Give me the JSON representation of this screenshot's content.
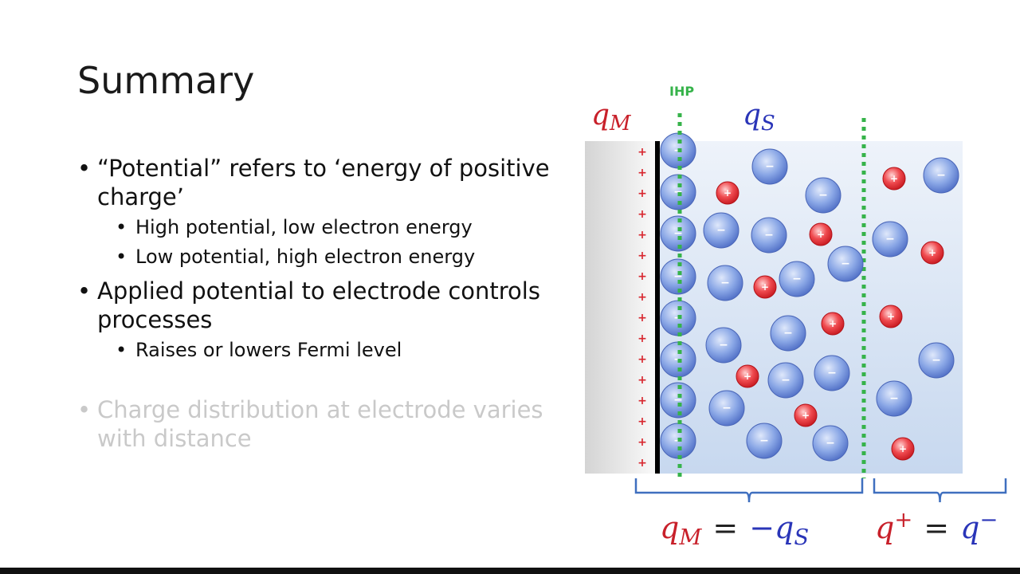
{
  "slide": {
    "title": "Summary",
    "bullets": [
      {
        "text": "“Potential” refers to ‘energy of positive charge’",
        "sub": [
          "High potential, low electron energy",
          "Low potential, high electron energy"
        ]
      },
      {
        "text": "Applied potential to electrode controls processes",
        "sub": [
          "Raises or lowers Fermi level"
        ]
      },
      {
        "text": "Charge distribution at electrode varies with distance",
        "sub": [],
        "faded": true
      }
    ]
  },
  "diagram": {
    "ihp_label": "IHP",
    "label_qM": "q",
    "label_qM_sub": "M",
    "label_qS": "q",
    "label_qS_sub": "S",
    "eq_left": {
      "a": "q",
      "a_sub": "M",
      "op": "=",
      "b": "−q",
      "b_sub": "S"
    },
    "eq_right": {
      "a": "q",
      "a_sup": "+",
      "op": "=",
      "b": "q",
      "b_sup": "−"
    },
    "anion_symbol": "−",
    "cation_symbol": "+",
    "electrode_charge_symbol": "+",
    "colors": {
      "ihp_line": "#36b34a",
      "anion": "#5b7fd6",
      "cation": "#e0272f",
      "brace": "#3f6fbf",
      "electrode_plus": "#d8262e",
      "electrolyte_bg": "#dbe7f5"
    }
  }
}
